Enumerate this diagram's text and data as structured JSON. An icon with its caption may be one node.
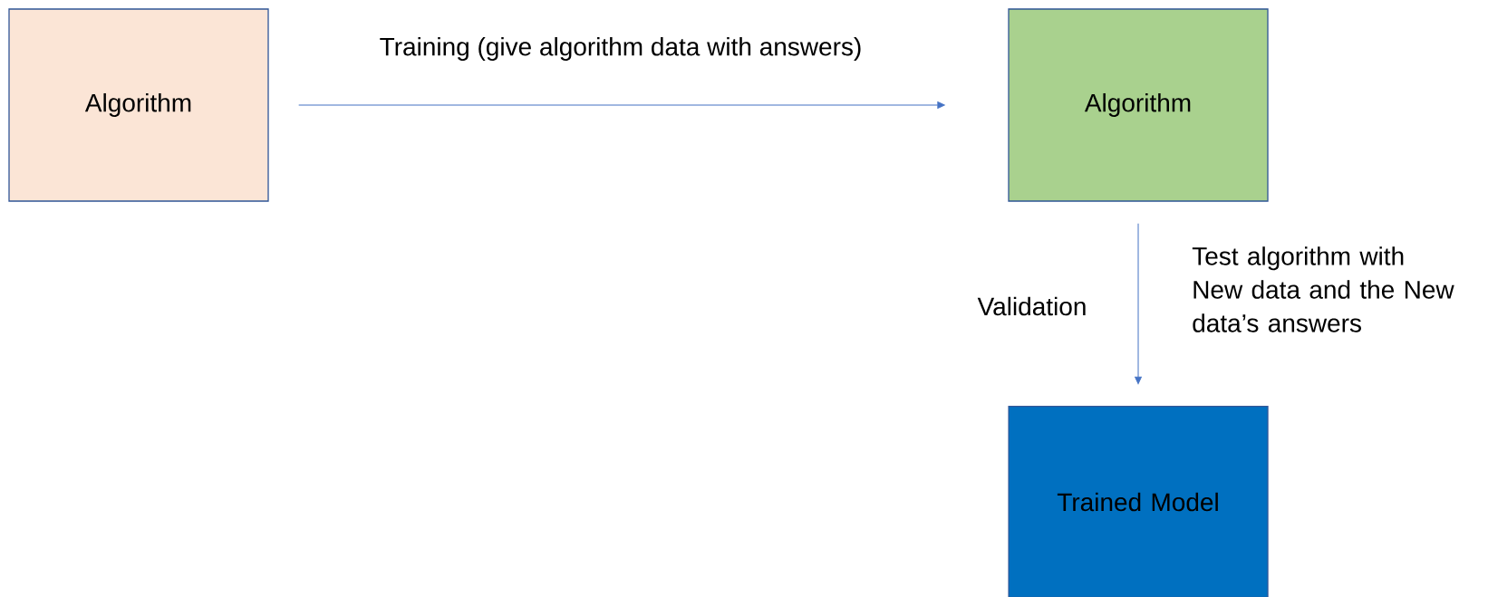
{
  "diagram": {
    "nodes": [
      {
        "text": [
          "Algorithm"
        ]
      },
      {
        "text": [
          "Algorithm"
        ]
      },
      {
        "text": [
          "Trained Model"
        ]
      }
    ],
    "edges": [
      {
        "from": 0,
        "to": 1,
        "arrow": "to",
        "label": "Training (give algorithm data with answers)"
      },
      {
        "from": 1,
        "to": 2,
        "arrow": "to",
        "label": "Validation"
      }
    ],
    "labels": [
      "Test algorithm with New data and the New data’s answers"
    ]
  }
}
